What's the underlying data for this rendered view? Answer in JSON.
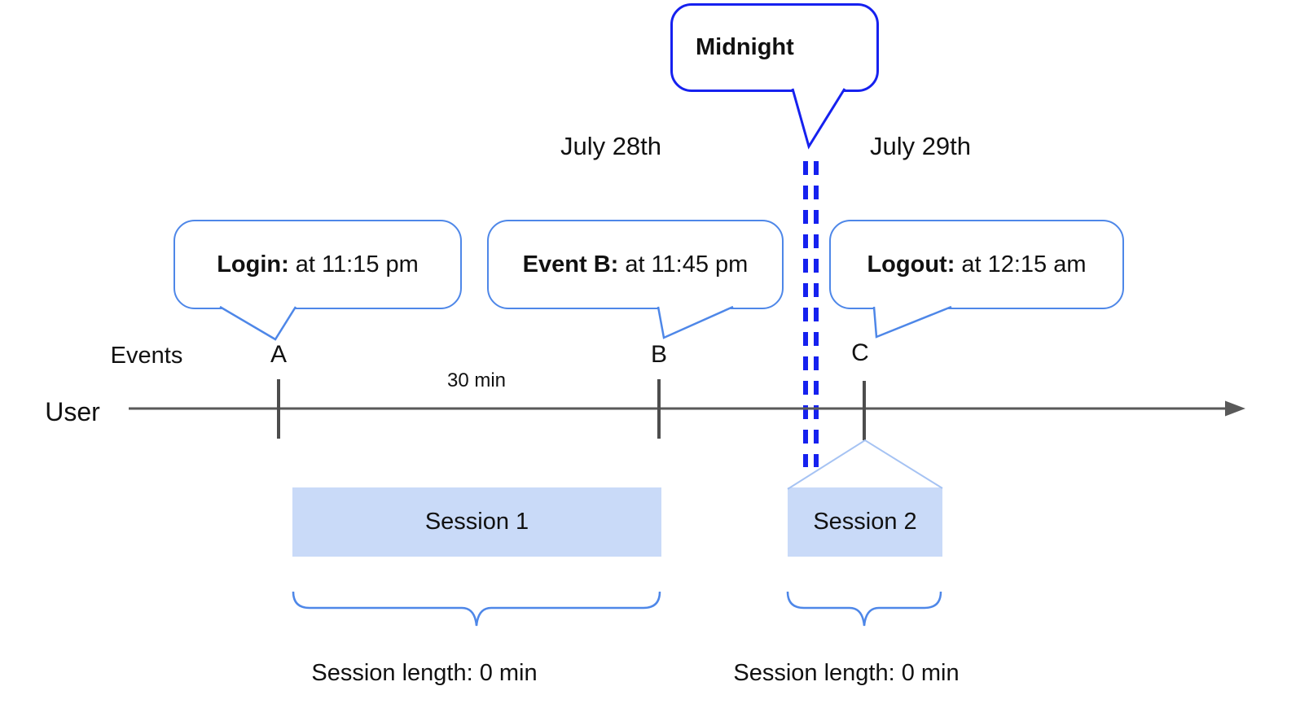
{
  "diagram": {
    "title_context": "user session timeline",
    "dates": {
      "left": "July 28th",
      "right": "July 29th"
    },
    "midnight_callout": {
      "label": "Midnight"
    },
    "event_callouts": [
      {
        "bold": "Login:",
        "rest": "at 11:15 pm",
        "event": "A"
      },
      {
        "bold": "Event B:",
        "rest": "at 11:45 pm",
        "event": "B"
      },
      {
        "bold": "Logout:",
        "rest": "at 12:15 am",
        "event": "C"
      }
    ],
    "axis": {
      "events_label": "Events",
      "user_label": "User",
      "interval_label": "30 min",
      "event_markers": [
        "A",
        "B",
        "C"
      ]
    },
    "sessions": [
      {
        "name": "Session 1",
        "length_label": "Session length: 0 min"
      },
      {
        "name": "Session 2",
        "length_label": "Session length: 0 min"
      }
    ],
    "colors": {
      "callout_border_blue": "#4e87e8",
      "midnight_blue": "#1621ef",
      "session_fill": "#c9daf8",
      "connector_light_blue": "#a6c3f3",
      "timeline_gray": "#595959",
      "tick_gray": "#4d4d4d",
      "text_black": "#111111"
    }
  }
}
